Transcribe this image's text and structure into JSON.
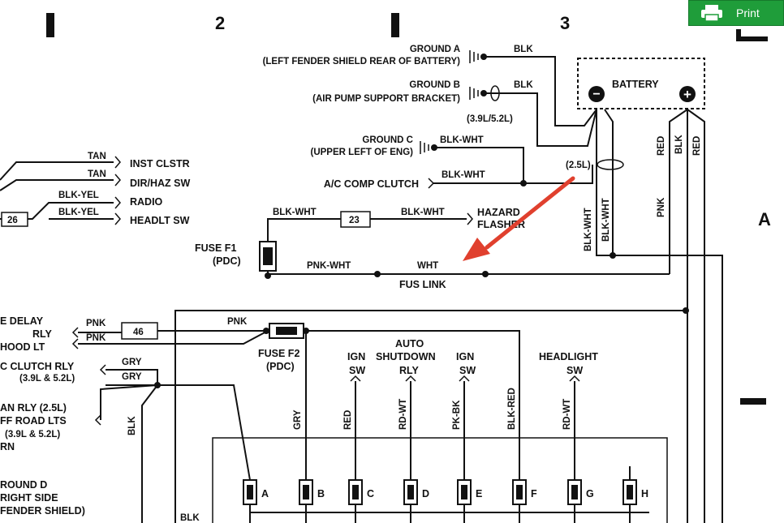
{
  "columns": {
    "c2": "2",
    "c3": "3"
  },
  "section_marks": {
    "a": "A"
  },
  "print_button": {
    "label": "Print",
    "icon": "printer-icon",
    "color": "#1f9d3a"
  },
  "battery": {
    "label": "BATTERY",
    "neg": "−",
    "pos": "+"
  },
  "grounds": {
    "a_name": "GROUND A",
    "a_loc": "(LEFT FENDER SHIELD REAR OF BATTERY)",
    "a_wire": "BLK",
    "b_name": "GROUND B",
    "b_loc": "(AIR PUMP SUPPORT BRACKET)",
    "b_wire": "BLK",
    "b_note": "(3.9L/5.2L)",
    "c_name": "GROUND C",
    "c_loc": "(UPPER LEFT OF ENG)",
    "c_wire": "BLK-WHT",
    "d_l1": "ROUND D",
    "d_l2": "RIGHT SIDE",
    "d_l3": "FENDER SHIELD)"
  },
  "ac_comp": {
    "label": "A/C COMP CLUTCH",
    "wire": "BLK-WHT",
    "splice": "(2.5L)"
  },
  "left_circuits": [
    {
      "wire": "TAN",
      "dest": "INST CLSTR"
    },
    {
      "wire": "TAN",
      "dest": "DIR/HAZ SW"
    },
    {
      "wire": "BLK-YEL",
      "dest": "RADIO"
    },
    {
      "wire": "BLK-YEL",
      "dest": "HEADLT SW"
    }
  ],
  "connectors": {
    "c26": "26",
    "c23": "23",
    "c46": "46"
  },
  "hazard": {
    "wire1": "BLK-WHT",
    "wire2": "BLK-WHT",
    "l1": "HAZARD",
    "l2": "FLASHER"
  },
  "fuse_f1": {
    "l1": "FUSE F1",
    "l2": "(PDC)",
    "wire1": "PNK-WHT",
    "wire2": "WHT",
    "fus": "FUS LINK"
  },
  "vertical_wires": {
    "bw1": "BLK-WHT",
    "bw2": "BLK-WHT",
    "pnk": "PNK",
    "red1": "RED",
    "blk": "BLK",
    "red2": "RED"
  },
  "left_lower": {
    "l1": "E DELAY",
    "l2": "RLY",
    "l3": "HOOD LT",
    "l4": "C CLUTCH RLY",
    "l5": "(3.9L & 5.2L)",
    "l6": "AN RLY (2.5L)",
    "l7": "FF ROAD LTS",
    "l8": "(3.9L & 5.2L)",
    "l9": "RN",
    "w_pnk1": "PNK",
    "w_pnk2": "PNK",
    "w_gry1": "GRY",
    "w_gry2": "GRY",
    "w_blk": "BLK",
    "w_blk2": "BLK"
  },
  "fuse_f2": {
    "l1": "FUSE F2",
    "l2": "(PDC)",
    "wire": "PNK"
  },
  "switches": {
    "auto": "AUTO",
    "ign1_l1": "IGN",
    "ign1_l2": "SW",
    "asd_l1": "SHUTDOWN",
    "asd_l2": "RLY",
    "ign2_l1": "IGN",
    "ign2_l2": "SW",
    "hl_l1": "HEADLIGHT",
    "hl_l2": "SW"
  },
  "pins": [
    {
      "wire": "GRY",
      "id": "A"
    },
    {
      "wire": "GRY",
      "id": "B"
    },
    {
      "wire": "RED",
      "id": "C"
    },
    {
      "wire": "RD-WT",
      "id": "D"
    },
    {
      "wire": "PK-BK",
      "id": "E"
    },
    {
      "wire": "BLK-RED",
      "id": "F"
    },
    {
      "wire": "RD-WT",
      "id": "G"
    },
    {
      "wire": "",
      "id": "H"
    }
  ],
  "arrow_color": "#e0402e"
}
